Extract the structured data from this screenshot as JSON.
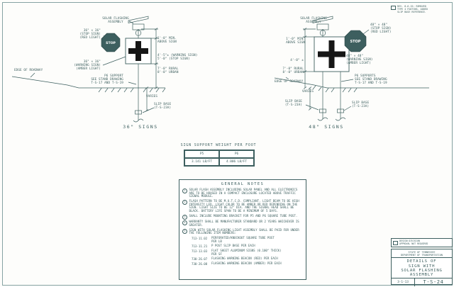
{
  "sheet": {
    "revision_note": "REV. 8-6-15: REMOVED\nTYPE 4 FOOTING, ADDED\nSLIP BASE REFERENCE."
  },
  "diagram36": {
    "caption": "36\" SIGNS",
    "stop_text": "STOP",
    "solar_label": "SOLAR FLASHING\nASSEMBLY",
    "stop_label": "36\" × 36\"\n(STOP SIGN)\n(RED LIGHT)",
    "warning_label": "36\" × 36\"\n(WARNING SIGN)\n(AMBER LIGHT)",
    "dim_above": "1'-0\" MIN.\nABOVE SIGN",
    "dim_heights": "4'-5\"± (WARNING SIGN)\n5'-0\" (STOP SIGN)",
    "dim_mount": "7'-0\" RURAL\n8'-0\" URBAN",
    "edge_label": "EDGE OF ROADWAY",
    "support_label": "P6 SUPPORT\nSEE STAND DRAWING\nT-S-17 AND T-S-19",
    "varies_label": "VARIES",
    "slip_label": "SLIP BASE\n(T-S-23A)"
  },
  "diagram48": {
    "caption": "48\" SIGNS",
    "stop_text": "STOP",
    "solar_label": "SOLAR FLASHING\nASSEMBLY",
    "stop_label": "48\" × 48\"\n(STOP SIGN)\n(RED LIGHT)",
    "warning_label": "48\" × 48\"\n(WARNING SIGN)\n(AMBER LIGHT)",
    "dim_above": "1'-0\" MIN.\nABOVE SIGN",
    "dim_height": "4'-0\" ±",
    "dim_mount": "7'-0\" RURAL\n8'-0\" URBAN",
    "edge_label": "EDGE OF ROADWAY",
    "support_label": "P6 SUPPORTS\nSEE STAND DRAWING\nT-S-17 AND T-S-19",
    "varies_label": "VARIES",
    "slip_label_left": "SLIP BASE\n(T-S-23A)",
    "slip_label_right": "SLIP BASE\n(T-S-23A)"
  },
  "weight_table": {
    "title": "SIGN SUPPORT WEIGHT PER FOOT",
    "p5_label": "P5",
    "p6_label": "P6",
    "p5_value": "3.141 LB/FT",
    "p6_value": "4.006 LB/FT"
  },
  "general_notes": {
    "title": "GENERAL NOTES",
    "notes": [
      {
        "num": "1",
        "text": "SOLAR FLASH ASSEMBLY INCLUDING SOLAR PANEL AND ALL ELECTRONICS ARE TO BE HOUSED IN A COMPACT ENCLOSURE LOCATED ABOVE TRAFFIC SIGNAL MODULE."
      },
      {
        "num": "2",
        "text": "FLASH PATTERN TO BE M.U.T.C.D. COMPLIANT. LIGHT BEAM TO BE HIGH INTENSITY LED. LIGHT COLOR TO BE AMBER OR RED DEPENDING ON THE SIGN. LIGHT SIZE TO BE 12\" DIA. AND THE SIGNAL HEAD SHALL BE BLACK. BATTERY LIFE SPAN TO BE A MINIMUM OF 5 DAYS."
      },
      {
        "num": "3",
        "text": "SHALL INCLUDE MOUNTING BRACKET FOR P5 AND P6 SQUARE TUBE POST."
      },
      {
        "num": "4",
        "text": "WARRANTY SHALL BE MANUFACTURER STANDARD OR 2 YEARS WHICHEVER IS GREATER."
      },
      {
        "num": "5",
        "text": "SIGN WITH SOLAR FLASHING LIGHT ASSEMBLY SHALL BE PAID FOR UNDER THE FOLLOWING ITEM NUMBERS:"
      }
    ],
    "items": [
      {
        "code": "713-11.02",
        "desc": "PERFORATED/KNOCKOUT SQUARE TUBE POST\nPER LB"
      },
      {
        "code": "713-11.21",
        "desc": "P POST SLIP BASE PER EACH"
      },
      {
        "code": "713-13.03",
        "desc": "FLAT SHEET ALUMINUM SIGNS (0.100\" THICK)\nPER SF"
      },
      {
        "code": "730-26.07",
        "desc": "FLASHING WARNING BEACON (RED) PER EACH"
      },
      {
        "code": "730-26.08",
        "desc": "FLASHING WARNING BEACON (AMBER) PER EACH"
      }
    ]
  },
  "title_block": {
    "stamp": "DESIGN DIVISION\nAPPROVAL NOT REQUIRED",
    "agency": "STATE OF TENNESSEE\nDEPARTMENT OF TRANSPORTATION",
    "drawing_title": "DETAILS OF\nSIGN WITH\nSOLAR FLASHING\nASSEMBLY",
    "date": "3-1-13",
    "number": "T-S-24"
  }
}
